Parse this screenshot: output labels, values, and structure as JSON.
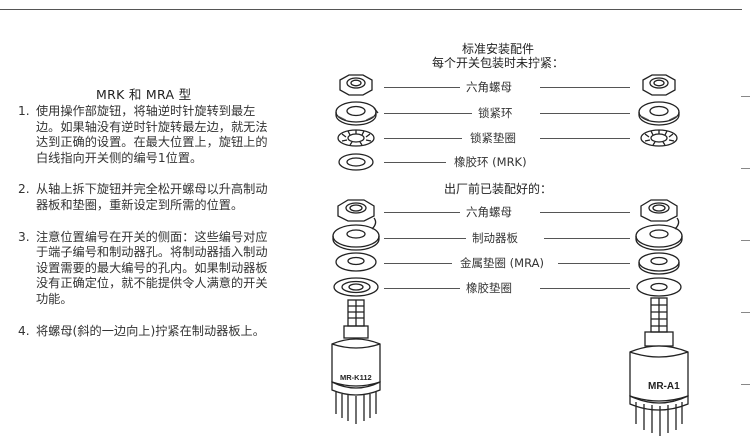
{
  "left": {
    "title": "MRK 和 MRA 型",
    "steps": [
      {
        "num": "1.",
        "text": "使用操作部旋钮，将轴逆时针旋转到最左边。如果轴没有逆时针旋转最左边，就无法达到正确的设置。在最大位置上，旋钮上的白线指向开关侧的编号1位置。"
      },
      {
        "num": "2.",
        "text": "从轴上拆下旋钮并完全松开螺母以升高制动器板和垫圈，重新设定到所需的位置。"
      },
      {
        "num": "3.",
        "text": "注意位置编号在开关的侧面：这些编号对应于端子编号和制动器孔。将制动器插入制动设置需要的最大编号的孔内。如果制动器板没有正确定位，就不能提供令人满意的开关功能。"
      },
      {
        "num": "4.",
        "text": "将螺母(斜的一边向上)拧紧在制动器板上。"
      }
    ]
  },
  "center": {
    "heading1_line1": "标准安装配件",
    "heading1_line2": "每个开关包装时未拧紧：",
    "hardware": [
      "六角螺母",
      "锁紧环",
      "锁紧垫圈",
      "橡胶环 (MRK)"
    ],
    "heading2": "出厂前已装配好的：",
    "assembled": [
      "六角螺母",
      "制动器板",
      "金属垫圈 (MRA)",
      "橡胶垫圈"
    ]
  },
  "switch_labels": {
    "left": "MR-K112",
    "right": "MR-A1"
  }
}
